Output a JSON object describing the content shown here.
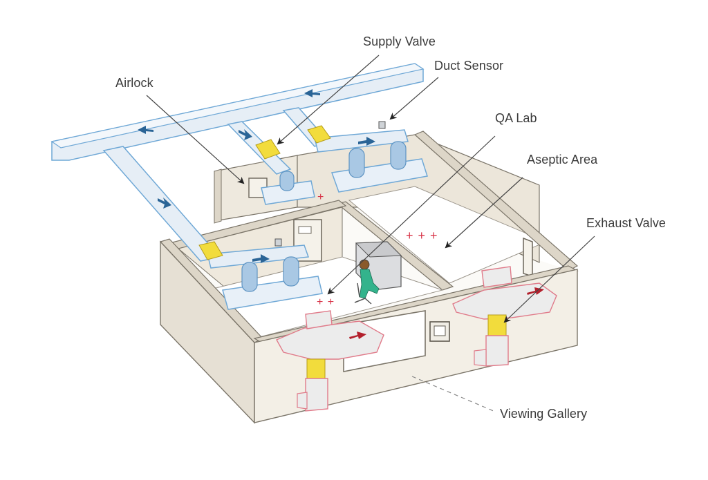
{
  "diagram": {
    "title": "Cleanroom HVAC airflow cutaway",
    "labels": {
      "supply_valve": "Supply Valve",
      "duct_sensor": "Duct Sensor",
      "airlock": "Airlock",
      "qa_lab": "QA Lab",
      "aseptic_area": "Aseptic Area",
      "exhaust_valve": "Exhaust Valve",
      "viewing_gallery": "Viewing Gallery"
    },
    "pressure_markers": {
      "airlock": "+",
      "qa_lab": "+ +",
      "aseptic_area": "+ + +"
    },
    "colors": {
      "supply_duct": "#e6eef6",
      "supply_outline": "#6fa8d6",
      "flow_arrow_supply": "#2a6496",
      "valve_yellow": "#f2dc3c",
      "exhaust_duct": "#ececec",
      "exhaust_outline": "#e07b8a",
      "flow_arrow_exhaust": "#b3202c",
      "wall_face": "#f3efe6",
      "wall_side": "#e6e0d4",
      "wall_outline": "#7a7468",
      "floor": "#fbfaf7",
      "pressure_plus": "#d8364a",
      "technician_suit": "#33b38c",
      "label_text": "#3a3a3a",
      "leader_line": "#444444"
    }
  }
}
